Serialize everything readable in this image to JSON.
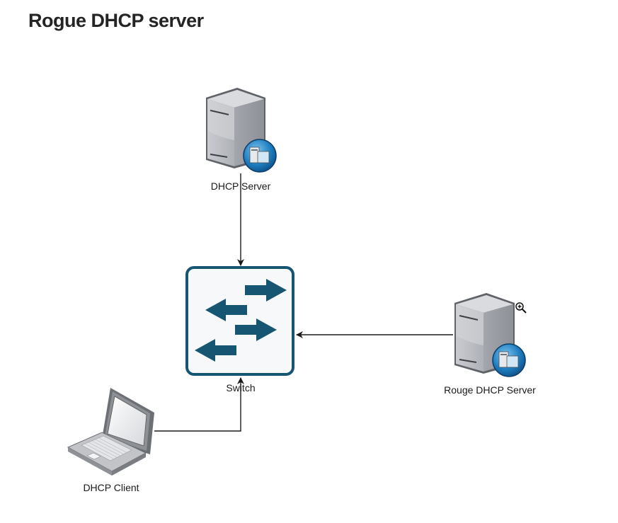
{
  "page": {
    "title": "Rogue DHCP server"
  },
  "diagram": {
    "nodes": {
      "dhcp_server": {
        "label": "DHCP Server",
        "icon": "server-icon"
      },
      "switch": {
        "label": "Switch",
        "icon": "switch-icon"
      },
      "rogue_server": {
        "label": "Rouge DHCP Server",
        "icon": "server-icon"
      },
      "client": {
        "label": "DHCP Client",
        "icon": "laptop-icon"
      }
    },
    "edges": [
      {
        "from": "DHCP Server",
        "to": "Switch",
        "arrow": "end"
      },
      {
        "from": "Rouge DHCP Server",
        "to": "Switch",
        "arrow": "end"
      },
      {
        "from": "DHCP Client",
        "to": "Switch",
        "arrow": "end"
      }
    ],
    "colors": {
      "switch_accent": "#175672",
      "switch_fill": "#f7f8f9",
      "server_gray": "#b5b7bc",
      "badge_blue": "#1f7fc1",
      "line": "#1a1a1a"
    }
  },
  "cursor": {
    "icon": "zoom-in-cursor-icon"
  }
}
